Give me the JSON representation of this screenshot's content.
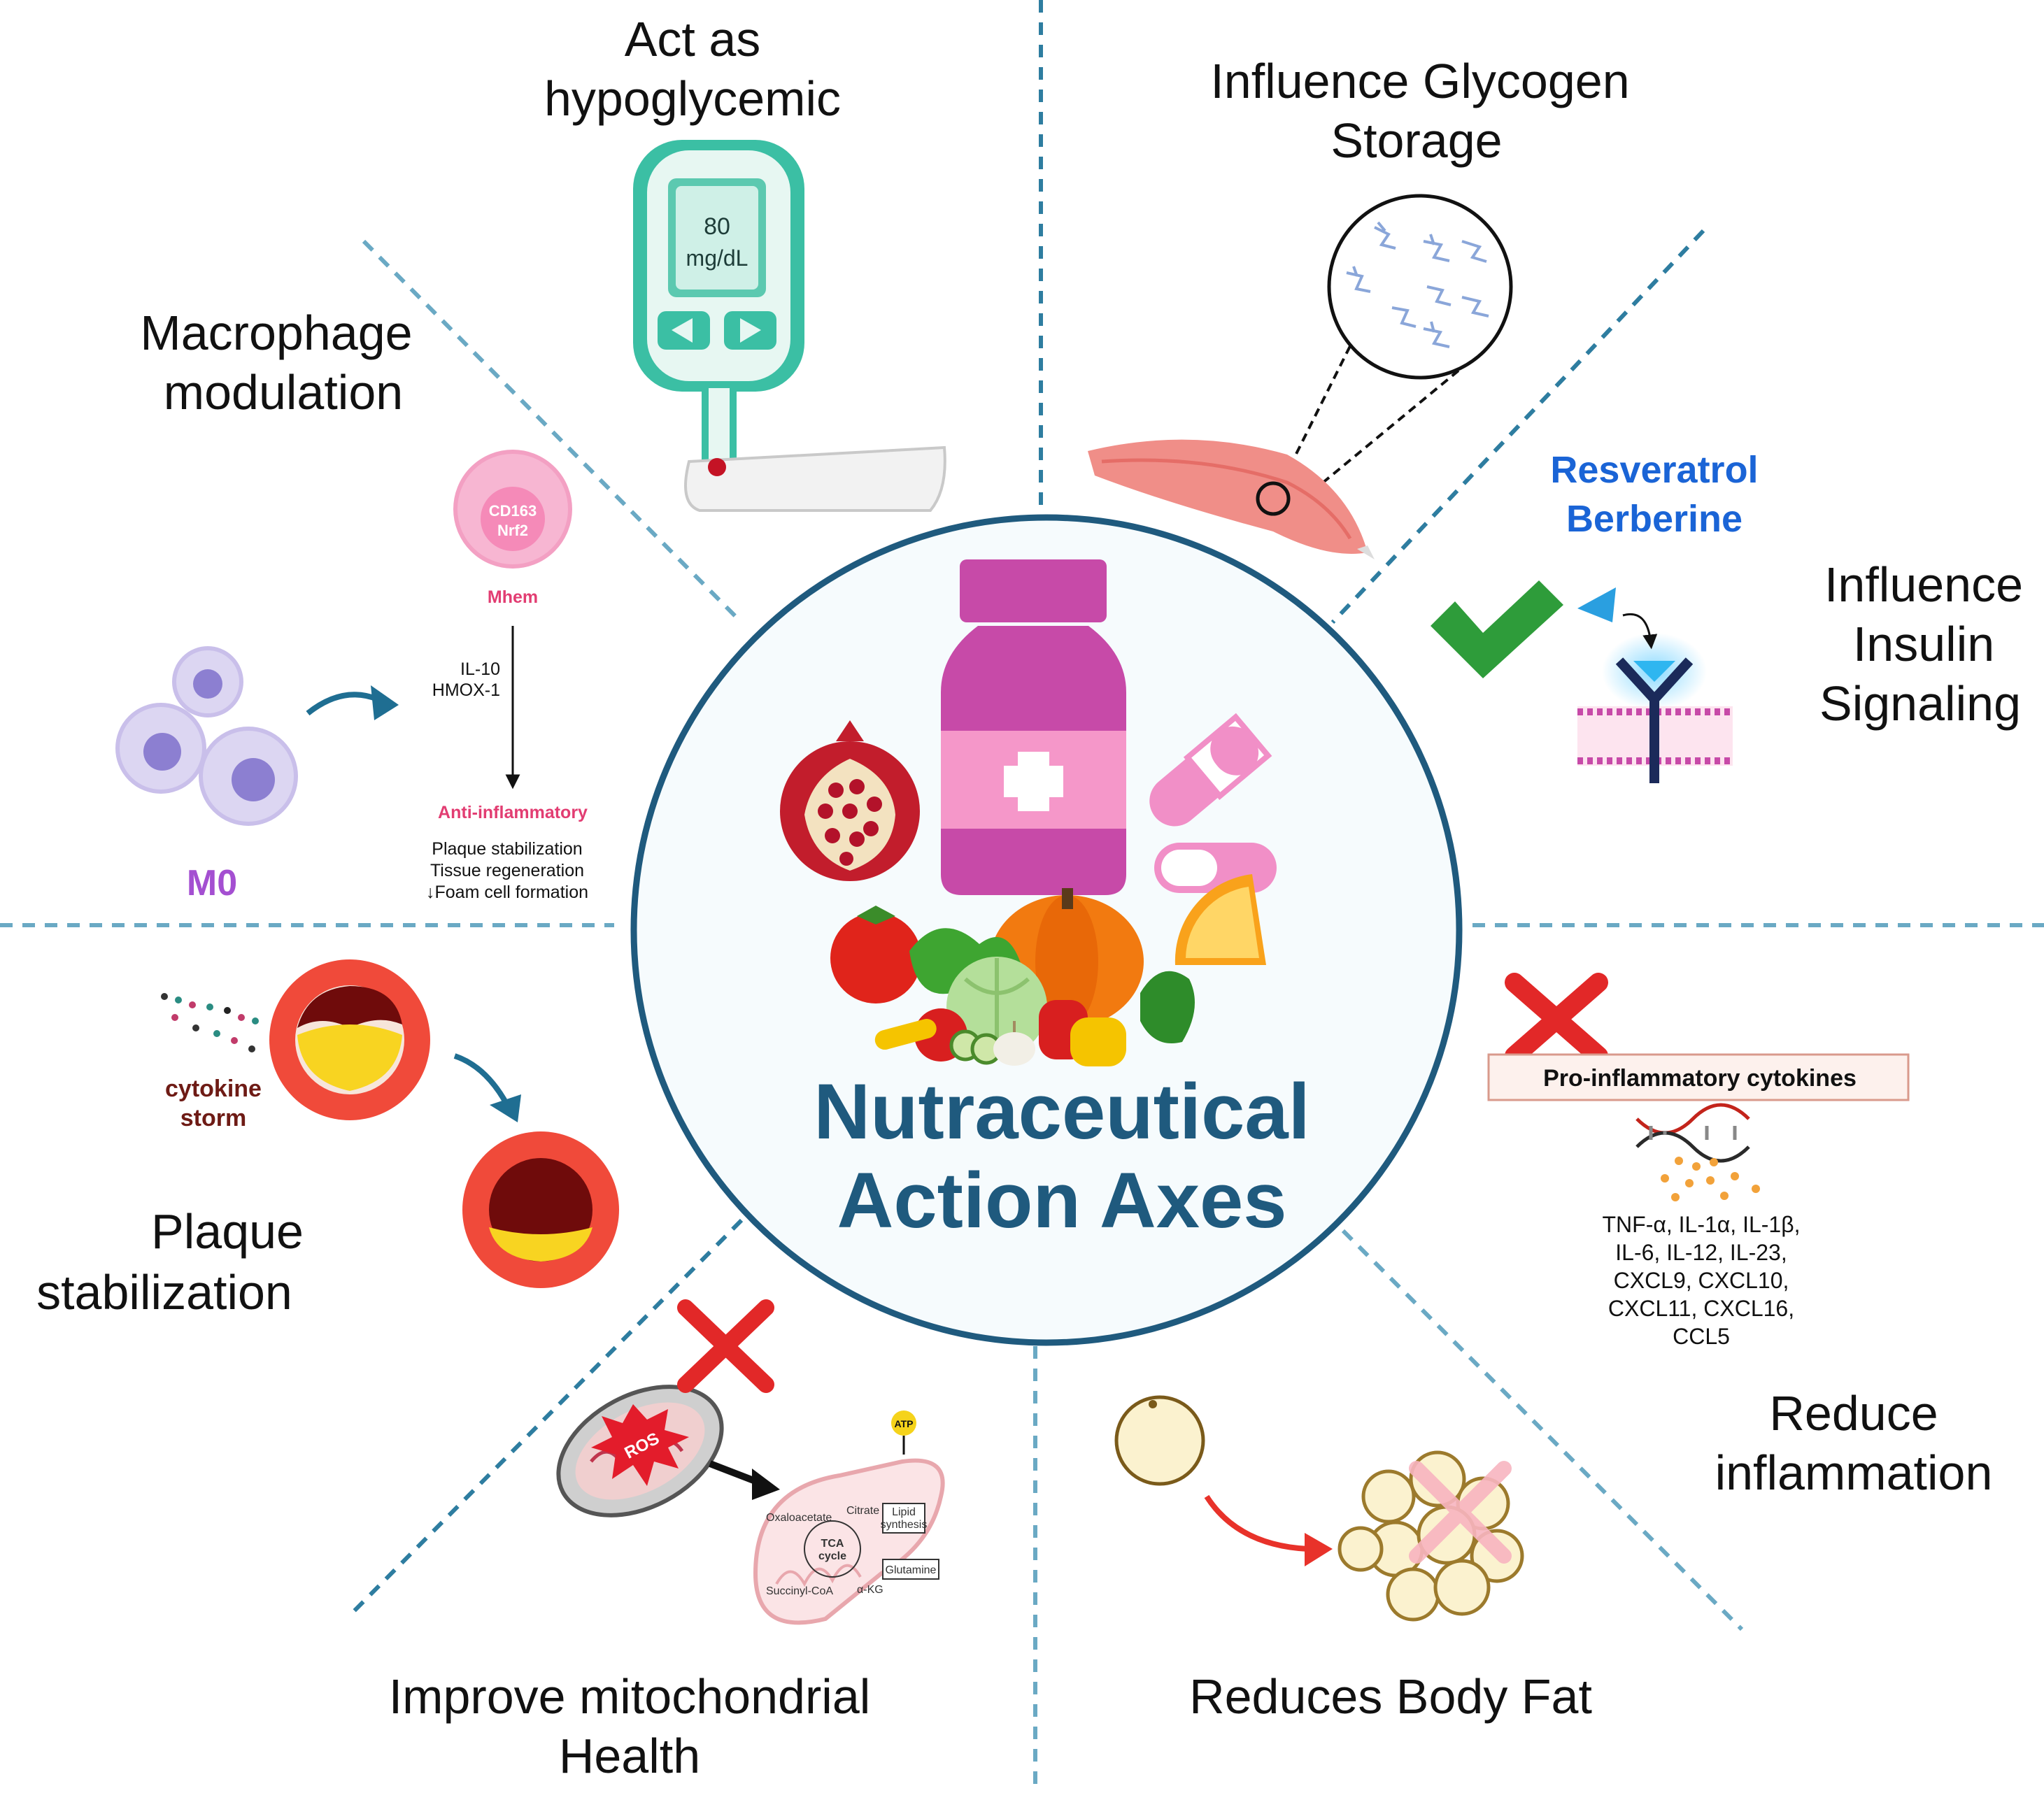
{
  "center": {
    "line1": "Nutraceutical",
    "line2": "Action Axes"
  },
  "headings": {
    "hypoglycemic": [
      "Act as",
      "hypoglycemic"
    ],
    "glycogen": [
      "Influence Glycogen",
      "Storage"
    ],
    "macrophage": [
      "Macrophage",
      "modulation"
    ],
    "insulin": [
      "Influence",
      "Insulin",
      "Signaling"
    ],
    "plaque": [
      "Plaque",
      "stabilization"
    ],
    "inflammation": [
      "Reduce",
      "inflammation"
    ],
    "mitochondria": [
      "Improve mitochondrial",
      "Health"
    ],
    "body_fat": [
      "Reduces Body Fat"
    ]
  },
  "glucometer": {
    "value": "80",
    "unit": "mg/dL"
  },
  "insulin": {
    "compounds": [
      "Resveratrol",
      "Berberine"
    ]
  },
  "macrophage": {
    "cell_markers": [
      "CD163",
      "Nrf2"
    ],
    "cell_name": "Mhem",
    "mediators": [
      "IL-10",
      "HMOX-1"
    ],
    "effect_title": "Anti-inflammatory",
    "effects": [
      "Plaque stabilization",
      "Tissue regeneration",
      "↓Foam cell formation"
    ],
    "precursor": "M0"
  },
  "plaque": {
    "trigger": [
      "cytokine",
      "storm"
    ]
  },
  "inflammation": {
    "box_label": "Pro-inflammatory cytokines",
    "cytokines": [
      "TNF-α, IL-1α, IL-1β,",
      "IL-6, IL-12, IL-23,",
      "CXCL9, CXCL10,",
      "CXCL11, CXCL16,",
      "CCL5"
    ]
  },
  "mitochondria": {
    "ros_label": "ROS",
    "atp_label": "ATP",
    "tca": {
      "cycle": [
        "TCA",
        "cycle"
      ],
      "citrate": "Citrate",
      "oxaloacetate": "Oxaloacetate",
      "succinyl": "Succinyl-CoA",
      "akg": "α-KG",
      "lipid": [
        "Lipid",
        "synthesis"
      ],
      "glutamine": "Glutamine"
    }
  },
  "colors": {
    "divider": "#2e7da0",
    "center_text": "#1f5a7e",
    "compound_text": "#1a64d6",
    "magenta": "#c74aa8",
    "purple_label": "#a44fd1",
    "effect_pink": "#e23d72",
    "check_green": "#2e9c3a",
    "cross_red": "#e22828",
    "artery_red": "#e8322a",
    "cytokine_brown": "#6e1b15"
  }
}
